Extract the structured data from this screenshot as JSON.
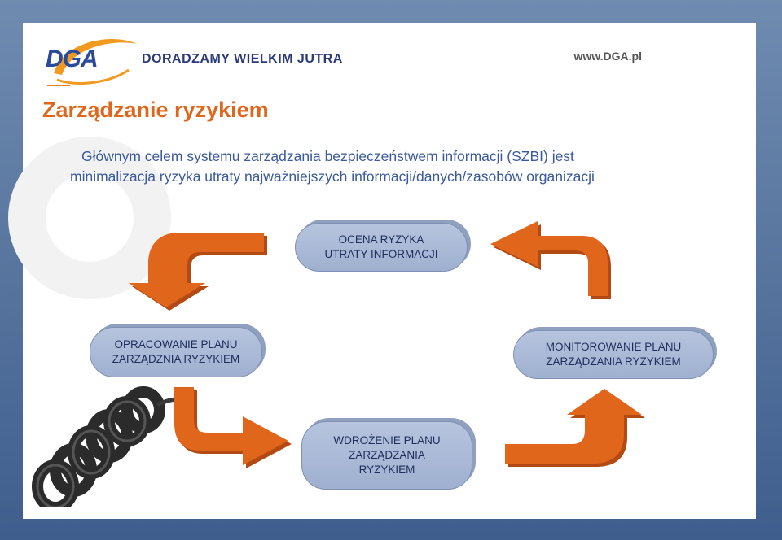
{
  "header": {
    "logo_text": "DGA",
    "tagline": "DORADZAMY WIELKIM JUTRA",
    "website": "www.DGA.pl"
  },
  "title": "Zarządzanie ryzykiem",
  "intro": {
    "line1": "Głównym celem systemu zarządzania bezpieczeństwem informacji (SZBI) jest",
    "line2": "minimalizacja ryzyka utraty najważniejszych informacji/danych/zasobów organizacji"
  },
  "cycle": {
    "step1": {
      "line1": "OCENA RYZYKA",
      "line2": "UTRATY INFORMACJI"
    },
    "step2": {
      "line1": "MONITOROWANIE PLANU",
      "line2": "ZARZĄDZANIA RYZYKIEM"
    },
    "step3": {
      "line1": "WDROŻENIE PLANU",
      "line2": "ZARZĄDZANIA",
      "line3": "RYZYKIEM"
    },
    "step4": {
      "line1": "OPRACOWANIE PLANU",
      "line2": "ZARZĄDZNIA RYZYKIEM"
    }
  },
  "colors": {
    "title": "#e0661c",
    "intro_text": "#3a5a9c",
    "arrow": "#e0661c",
    "pill": "#aab9d6"
  },
  "icons": {
    "logo": "dga-swoosh-logo",
    "cable": "coiled-phone-cable-image",
    "arrows": "curved-orange-arrow"
  }
}
